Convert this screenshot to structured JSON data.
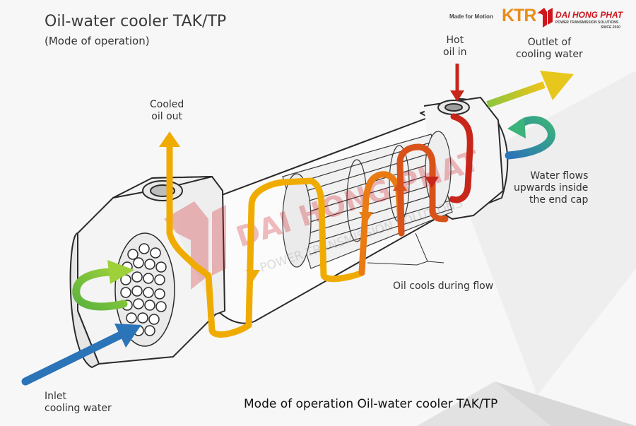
{
  "title": "Oil-water cooler TAK/TP",
  "subtitle": "(Mode of operation)",
  "brand": {
    "made_for_motion": "Made for Motion",
    "ktr": "KTR",
    "dhp_name": "DAI HONG PHAT",
    "dhp_sub": "POWER TRANSMISSION SOLUTIONS",
    "dhp_since": "SINCE 2010"
  },
  "labels": {
    "cooled_oil_out_1": "Cooled",
    "cooled_oil_out_2": "oil out",
    "hot_oil_in_1": "Hot",
    "hot_oil_in_2": "oil in",
    "outlet_1": "Outlet of",
    "outlet_2": "cooling water",
    "water_flows_1": "Water flows",
    "water_flows_2": "upwards inside",
    "water_flows_3": "the end cap",
    "oil_cools": "Oil cools during flow",
    "inlet_1": "Inlet",
    "inlet_2": "cooling water"
  },
  "watermark": {
    "name": "DAI HONG PHAT",
    "sub": "POWER TRANSMISSION SOLUTIONS"
  },
  "caption": "Mode of operation Oil-water cooler TAK/TP",
  "colors": {
    "cooled_oil": "#f0ab00",
    "mid_oil": "#ea7a12",
    "hot_oil": "#c8261b",
    "outlet_water_start": "#8cc63e",
    "outlet_water_end": "#f0c419",
    "inlet_water": "#2b74b8",
    "return_water": "#33a58d",
    "brand_red": "#d0141c",
    "brand_orange": "#e88d1a"
  }
}
